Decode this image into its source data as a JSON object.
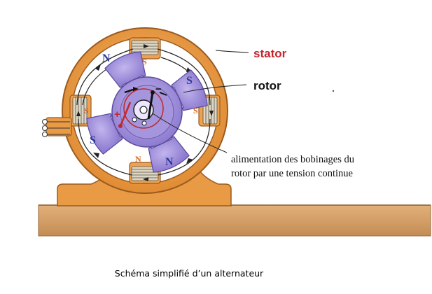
{
  "labels": {
    "stator": "stator",
    "rotor": "rotor",
    "supply_line1": "alimentation des bobinages du",
    "supply_line2": "rotor par une tension continue"
  },
  "rotor_poles": {
    "top_left": "N",
    "right": "S",
    "left": "S",
    "bottom": "N"
  },
  "stator_coils": {
    "top": "S",
    "right": "S",
    "left": "S",
    "bottom": "N"
  },
  "signs": {
    "plus": "+",
    "minus": "−"
  },
  "caption": "Schéma simplifié d’un alternateur",
  "colors": {
    "frame": "#f0a04b",
    "frame_dark": "#b86a22",
    "base": "#d7a36e",
    "rotor": "#a08fd6",
    "rotor_dark": "#6d5cae",
    "coil": "#d8d2c2",
    "stator_label": "#c0282d",
    "pole_letter": "#2e3a9a",
    "coil_letter": "#d9641a",
    "supply_wire": "#c0282d"
  }
}
